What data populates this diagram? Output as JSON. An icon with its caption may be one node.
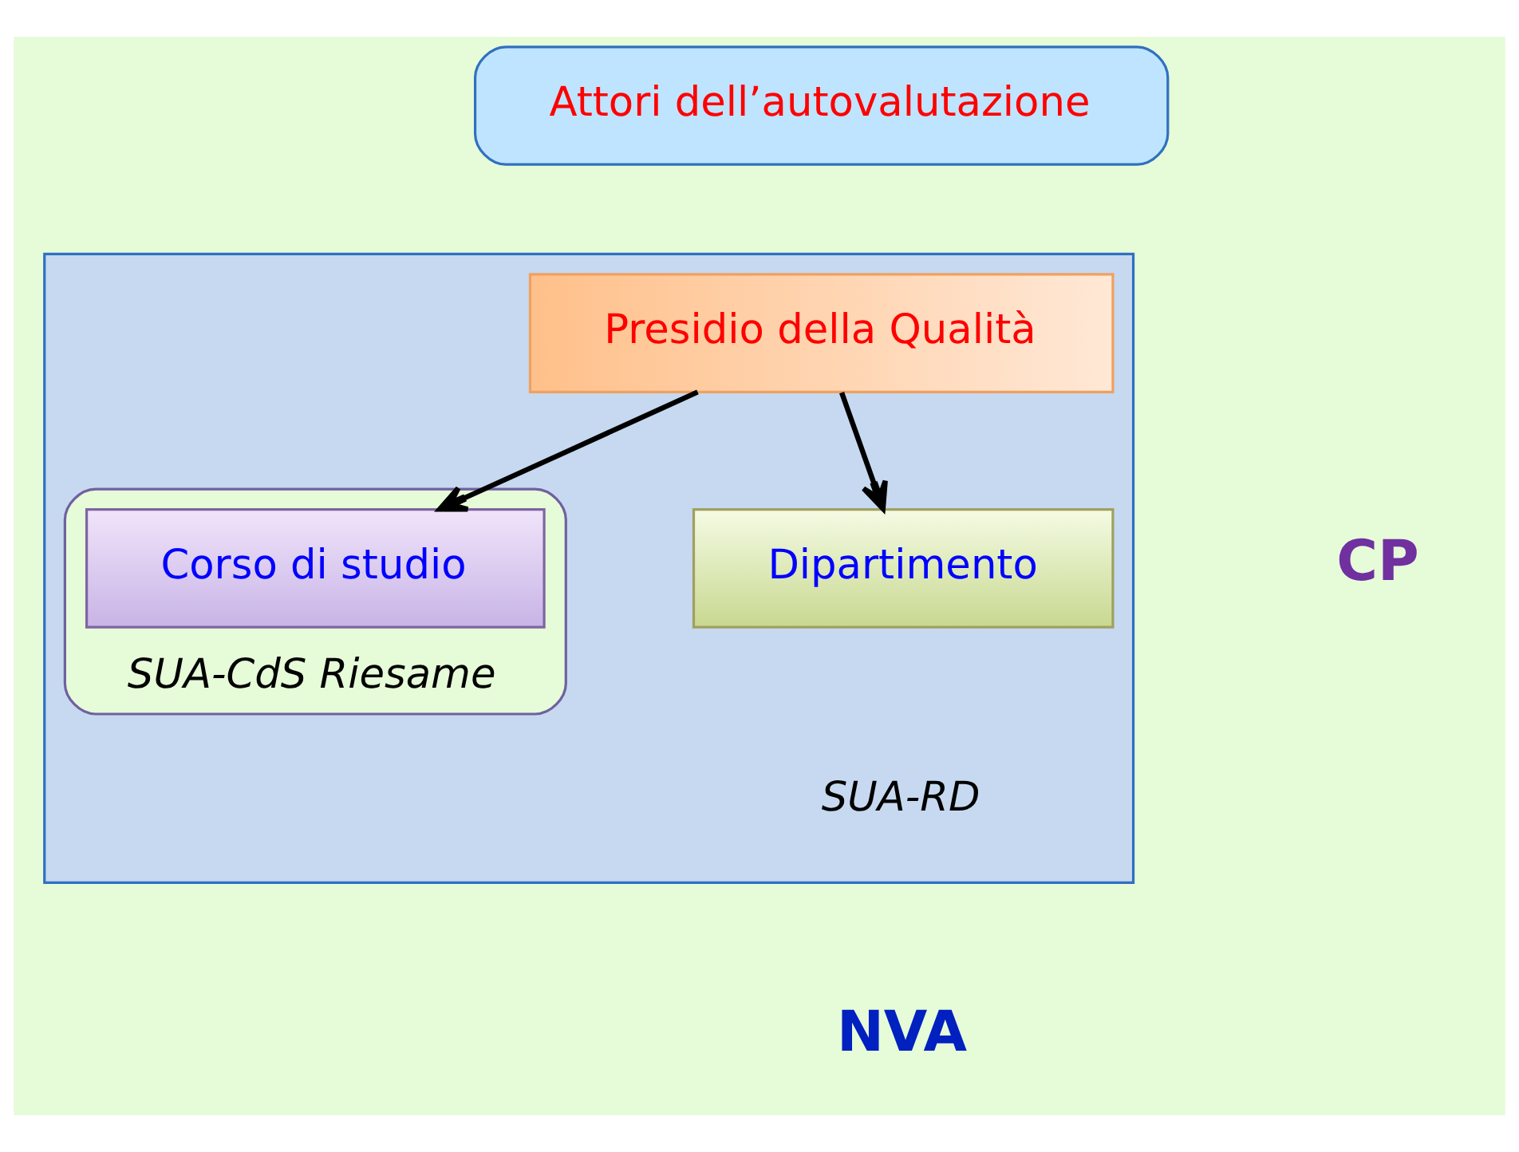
{
  "diagram": {
    "nodes": [
      {
        "text": [
          "Attori dell’autovalutazione"
        ]
      },
      {
        "text": [],
        "shape": "box"
      },
      {
        "text": [
          "Presidio della Qualità"
        ],
        "in": 1
      },
      {
        "text": [
          "SUA-CdS Riesame"
        ],
        "in": 1
      },
      {
        "text": [
          "Corso di studio"
        ],
        "in": 3
      },
      {
        "text": [
          "Dipartimento"
        ],
        "in": 1,
        "beside": [
          "SUA-RD"
        ]
      }
    ],
    "edges": [
      {
        "from": 2,
        "to": 4,
        "arrow": "to"
      },
      {
        "from": 2,
        "to": 5,
        "arrow": "to"
      }
    ],
    "labels": [
      "CP",
      "NVA"
    ]
  }
}
